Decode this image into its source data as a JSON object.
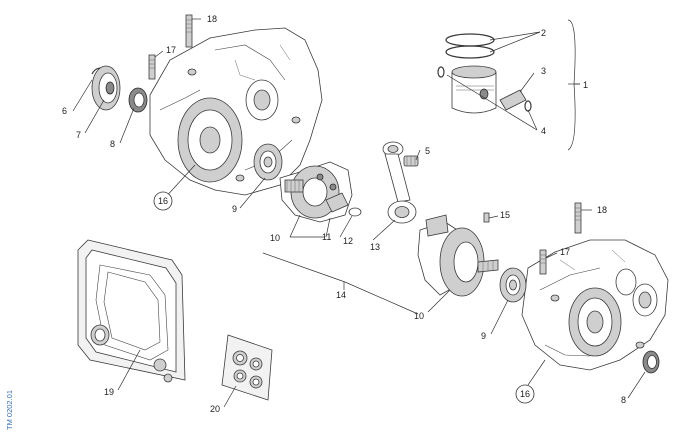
{
  "drawing_code": "TM 0202.01",
  "callouts": {
    "c1": "1",
    "c2": "2",
    "c3": "3",
    "c4": "4",
    "c5": "5",
    "c6": "6",
    "c7": "7",
    "c8a": "8",
    "c8b": "8",
    "c9a": "9",
    "c9b": "9",
    "c10a": "10",
    "c10b": "10",
    "c11": "11",
    "c12": "12",
    "c13": "13",
    "c14": "14",
    "c15": "15",
    "c16a": "16",
    "c16b": "16",
    "c17a": "17",
    "c17b": "17",
    "c18a": "18",
    "c18b": "18",
    "c19": "19",
    "c20": "20"
  }
}
